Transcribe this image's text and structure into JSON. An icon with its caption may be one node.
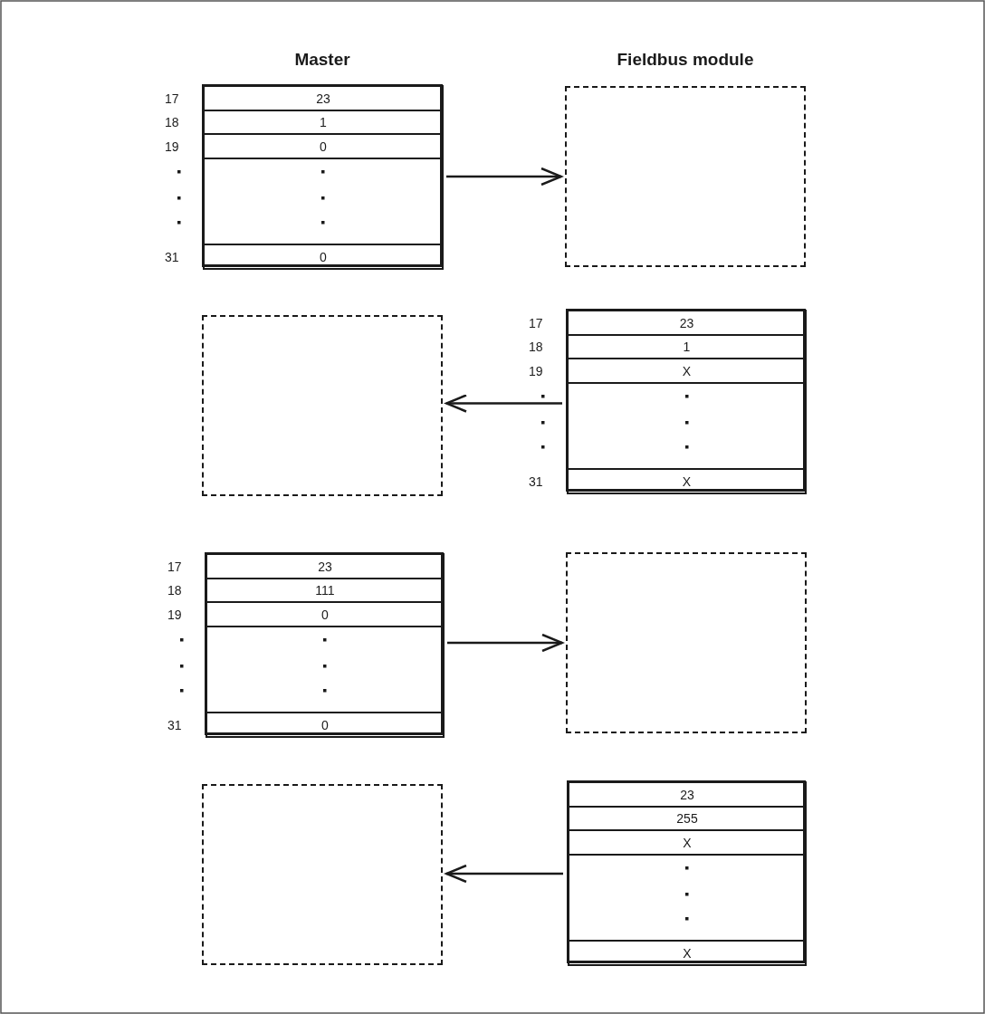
{
  "diagram": {
    "nodes": [
      {
        "text": [],
        "shape": "table"
      },
      {
        "text": [
          "23"
        ],
        "in": 0,
        "beside": [
          "17"
        ]
      },
      {
        "text": [
          "1"
        ],
        "in": 0,
        "beside": [
          "18"
        ]
      },
      {
        "text": [
          "0"
        ],
        "in": 0,
        "beside": [
          "19"
        ]
      },
      {
        "text": [],
        "shape": "box",
        "in": 0
      },
      {
        "text": [
          "0"
        ],
        "in": 0,
        "beside": [
          "31"
        ]
      },
      {
        "text": [],
        "shape": "box"
      },
      {
        "text": [],
        "shape": "box"
      },
      {
        "text": [],
        "shape": "table"
      },
      {
        "text": [
          "23"
        ],
        "in": 8,
        "beside": [
          "17"
        ]
      },
      {
        "text": [
          "1"
        ],
        "in": 8,
        "beside": [
          "18"
        ]
      },
      {
        "text": [
          "X"
        ],
        "in": 8,
        "beside": [
          "19"
        ]
      },
      {
        "text": [],
        "shape": "box",
        "in": 8
      },
      {
        "text": [
          "X"
        ],
        "in": 8,
        "beside": [
          "31"
        ]
      },
      {
        "text": [],
        "shape": "table"
      },
      {
        "text": [
          "23"
        ],
        "in": 14,
        "beside": [
          "17"
        ]
      },
      {
        "text": [
          "111"
        ],
        "in": 14,
        "beside": [
          "18"
        ]
      },
      {
        "text": [
          "0"
        ],
        "in": 14,
        "beside": [
          "19"
        ]
      },
      {
        "text": [],
        "shape": "box",
        "in": 14
      },
      {
        "text": [
          "0"
        ],
        "in": 14,
        "beside": [
          "31"
        ]
      },
      {
        "text": [],
        "shape": "box"
      },
      {
        "text": [],
        "shape": "box"
      },
      {
        "text": [],
        "shape": "table"
      },
      {
        "text": [
          "23"
        ],
        "in": 22
      },
      {
        "text": [
          "255"
        ],
        "in": 22
      },
      {
        "text": [
          "X"
        ],
        "in": 22
      },
      {
        "text": [],
        "shape": "box",
        "in": 22
      },
      {
        "text": [
          "X"
        ],
        "in": 22
      }
    ],
    "edges": [
      {
        "from": 0,
        "to": 6,
        "arrow": "to"
      },
      {
        "from": 8,
        "to": 7,
        "arrow": "to"
      },
      {
        "from": 14,
        "to": 20,
        "arrow": "to"
      },
      {
        "from": 22,
        "to": 21,
        "arrow": "to"
      }
    ],
    "labels": [
      "Master",
      "Fieldbus module"
    ]
  }
}
